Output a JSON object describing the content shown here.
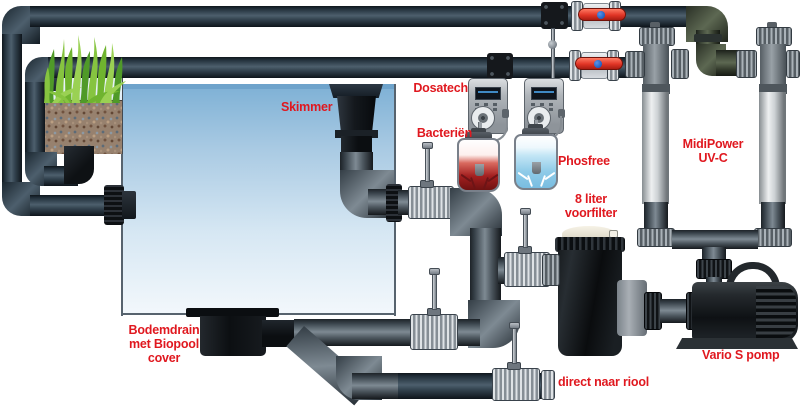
{
  "diagram": {
    "labels": {
      "skimmer": "Skimmer",
      "dosatech": "Dosatech",
      "bacterien": "Bacteriën",
      "phosfree": "Phosfree",
      "voorfilter_l1": "8 liter",
      "voorfilter_l2": "voorfilter",
      "midipower_l1": "MidiPower",
      "midipower_l2": "UV-C",
      "bodemdrain_l1": "Bodemdrain",
      "bodemdrain_l2": "met Biopool",
      "bodemdrain_l3": "cover",
      "vario_pomp": "Vario S pomp",
      "riool": "direct naar riool"
    },
    "colors": {
      "labelRed": "#e0181f",
      "pipeNavy": "#33424f",
      "pipeGrey": "#6b7780",
      "pipeOlive": "#49523f",
      "valveRed": "#e13526",
      "valveBlue": "#1d5fc2",
      "waterTop": "#7db0d5",
      "waterBottom": "#f3f8fc",
      "liquidRed": "#a32020",
      "liquidBlue": "#8fcbe8",
      "grassGreen": "#86c440",
      "uvSilver": "#cdd1d4",
      "gravelBrown": "#97816e",
      "componentBlack": "#101214"
    }
  }
}
